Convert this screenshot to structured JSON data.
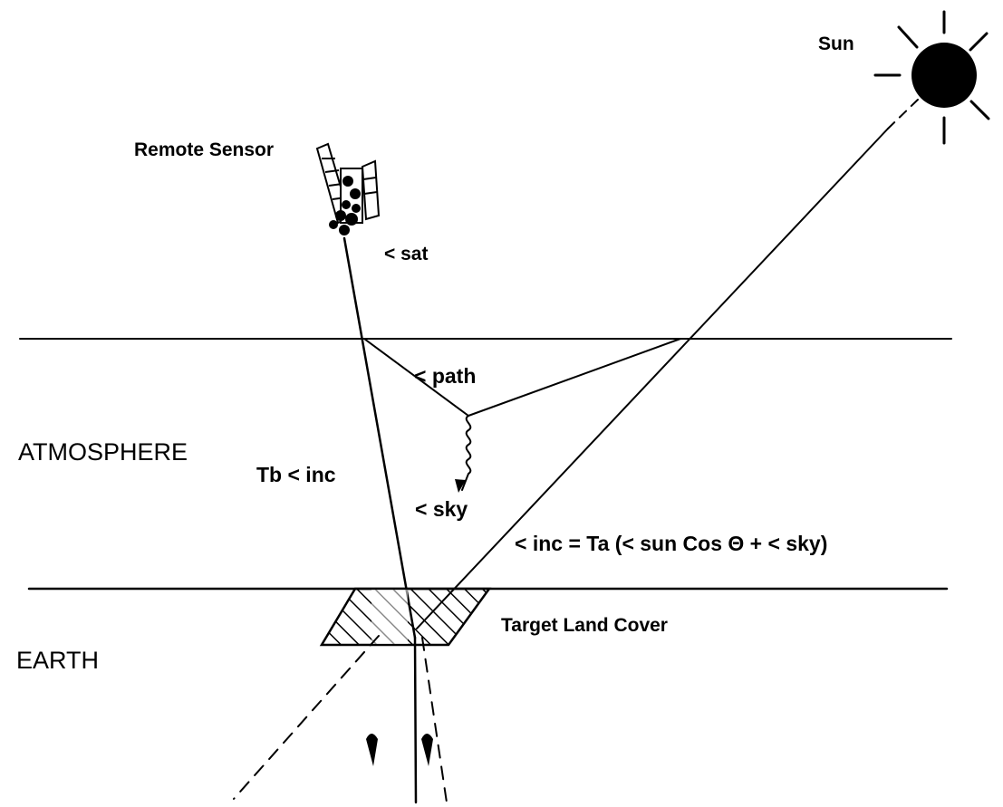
{
  "labels": {
    "sun": "Sun",
    "remote_sensor": "Remote Sensor",
    "sat": "< sat",
    "path": "< path",
    "atmosphere": "ATMOSPHERE",
    "tb_inc": "Tb < inc",
    "sky": "< sky",
    "inc_equation": "< inc = Ta (< sun Cos Θ + < sky)",
    "target": "Target Land Cover",
    "earth": "EARTH"
  }
}
